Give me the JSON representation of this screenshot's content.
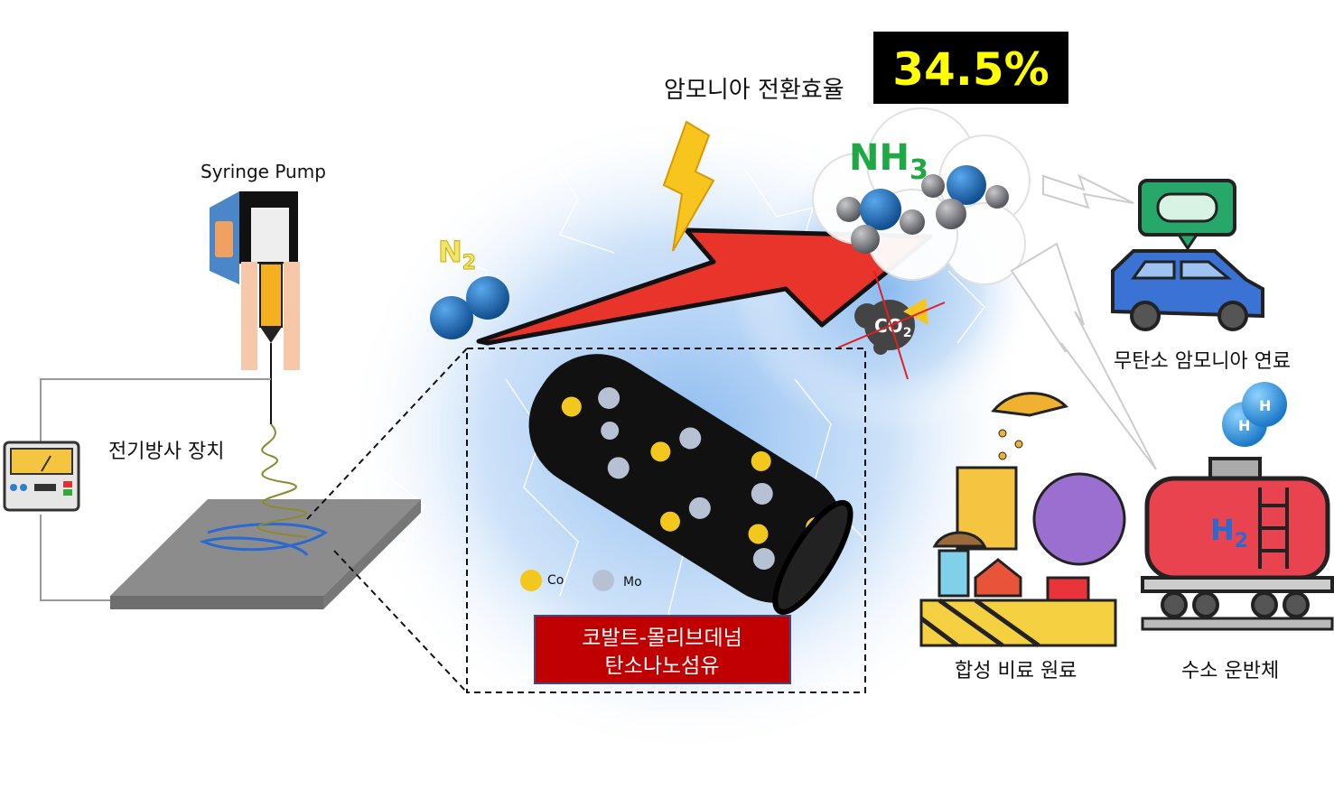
{
  "efficiency": {
    "label": "암모니아 전환효율",
    "value": "34.5%"
  },
  "syringe": {
    "label": "Syringe Pump"
  },
  "electrospinning": {
    "label": "전기방사 장치"
  },
  "molecules": {
    "n2": "N",
    "n2_sub": "2",
    "nh3": "NH",
    "nh3_sub": "3",
    "co2": "CO",
    "co2_sub": "2"
  },
  "legend": {
    "co": "Co",
    "mo": "Mo"
  },
  "fiber_label": {
    "line1": "코발트-몰리브데넘",
    "line2": "탄소나노섬유"
  },
  "applications": {
    "fuel": "무탄소 암모니아 연료",
    "fertilizer": "합성 비료 원료",
    "hydrogen": "수소 운반체",
    "h2": "H",
    "h2_sub": "2",
    "h_atom": "H"
  },
  "colors": {
    "accent_red": "#e8342a",
    "n_blue": "#1f6fb8",
    "co_yellow": "#f2c81e",
    "mo_gray": "#b6c2d4",
    "label_red": "#c00000",
    "nh3_green": "#1fa843",
    "percent_yellow": "#ffff00"
  }
}
